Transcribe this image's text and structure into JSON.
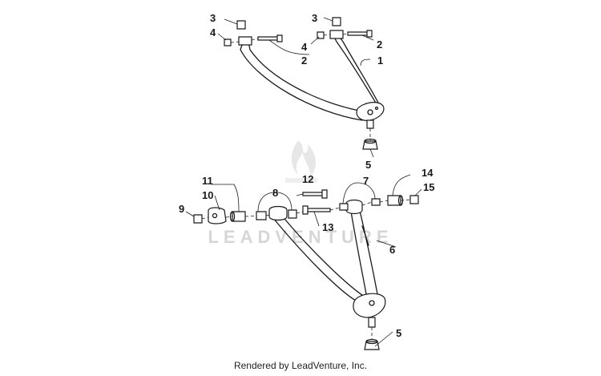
{
  "footer": {
    "text": "Rendered by LeadVenture, Inc."
  },
  "watermark": {
    "text": "LEADVENTURE",
    "color": "#d6d6d6"
  },
  "callouts": {
    "c1": "1",
    "c2a": "2",
    "c2b": "2",
    "c3a": "3",
    "c3b": "3",
    "c4a": "4",
    "c4b": "4",
    "c5a": "5",
    "c5b": "5",
    "c6": "6",
    "c7": "7",
    "c8": "8",
    "c9": "9",
    "c10": "10",
    "c11": "11",
    "c12": "12",
    "c13": "13",
    "c14": "14",
    "c15": "15"
  },
  "colors": {
    "line": "#1b1b1b",
    "background": "#ffffff"
  }
}
